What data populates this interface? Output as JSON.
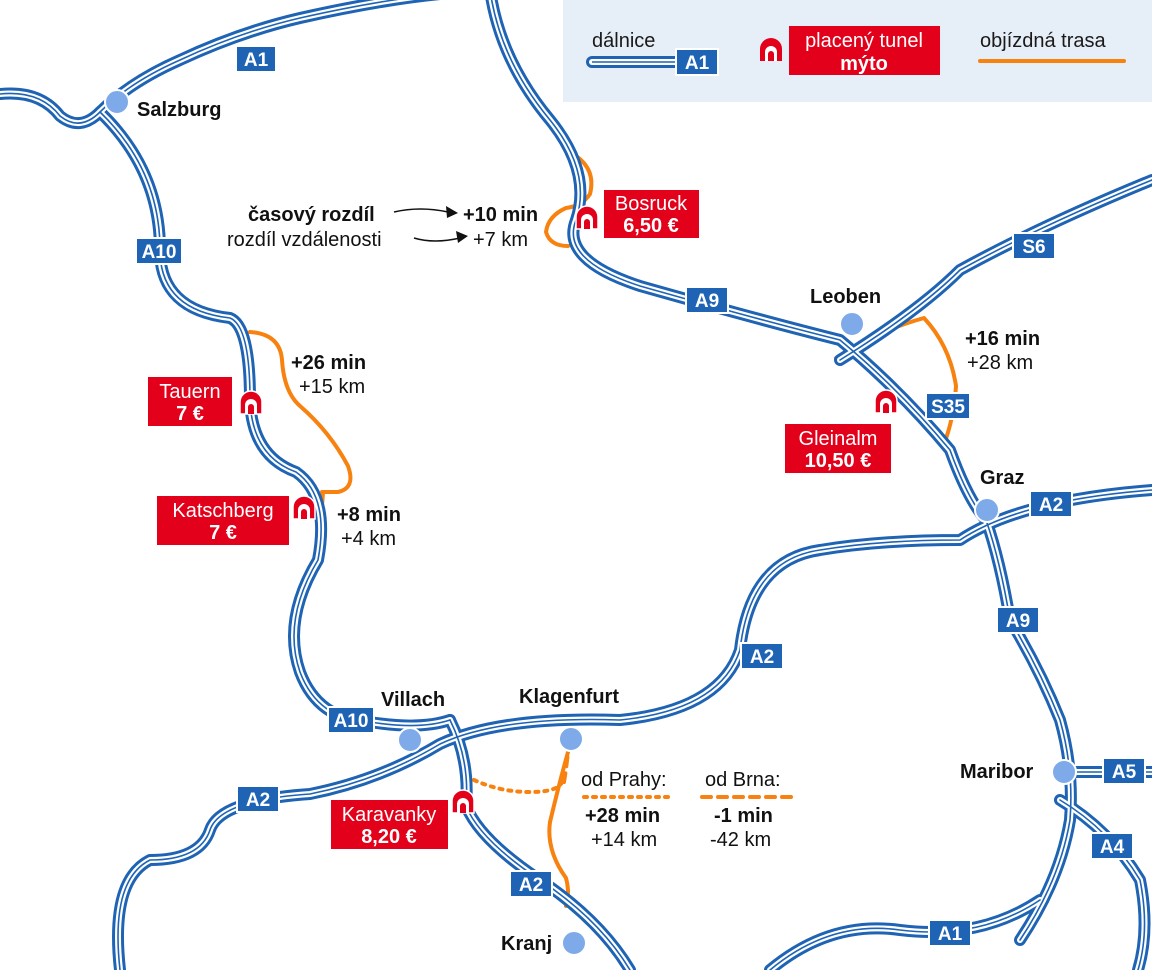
{
  "legend": {
    "motorway": "dálnice",
    "motorway_shield": "A1",
    "toll_tunnel_title": "placený tunel",
    "toll_tunnel_sub": "mýto",
    "detour": "objízdná trasa"
  },
  "colors": {
    "road": "#1f64b4",
    "toll": "#e2001a",
    "detour": "#f7820f",
    "city": "#7eaae9",
    "legend_bg": "#e6eef8"
  },
  "icons": {
    "tunnel": "tunnel-icon",
    "city": "city-dot-icon"
  },
  "cities": {
    "salzburg": "Salzburg",
    "leoben": "Leoben",
    "graz": "Graz",
    "villach": "Villach",
    "klagenfurt": "Klagenfurt",
    "maribor": "Maribor",
    "kranj": "Kranj"
  },
  "shields": {
    "a1_north": "A1",
    "a10_north": "A10",
    "a10_south": "A10",
    "a9_mid": "A9",
    "a9_south": "A9",
    "s6": "S6",
    "s35": "S35",
    "a2_graz": "A2",
    "a2_mid": "A2",
    "a2_west": "A2",
    "a2_slo": "A2",
    "a5": "A5",
    "a4": "A4",
    "a1_south": "A1"
  },
  "tunnels": {
    "bosruck": {
      "name": "Bosruck",
      "price": "6,50 €"
    },
    "tauern": {
      "name": "Tauern",
      "price": "7 €"
    },
    "katschberg": {
      "name": "Katschberg",
      "price": "7 €"
    },
    "gleinalm": {
      "name": "Gleinalm",
      "price": "10,50 €"
    },
    "karavanky": {
      "name": "Karavanky",
      "price": "8,20 €"
    }
  },
  "explain": {
    "time_label": "časový rozdíl",
    "distance_label": "rozdíl vzdálenosti"
  },
  "diffs": {
    "bosruck": {
      "time": "+10 min",
      "dist": "+7 km"
    },
    "tauern": {
      "time": "+26 min",
      "dist": "+15 km"
    },
    "katschberg": {
      "time": "+8 min",
      "dist": "+4 km"
    },
    "gleinalm": {
      "time": "+16 min",
      "dist": "+28 km"
    },
    "karavanky_praha": {
      "from": "od Prahy:",
      "time": "+28 min",
      "dist": "+14 km"
    },
    "karavanky_brno": {
      "from": "od Brna:",
      "time": "-1 min",
      "dist": "-42 km"
    }
  }
}
